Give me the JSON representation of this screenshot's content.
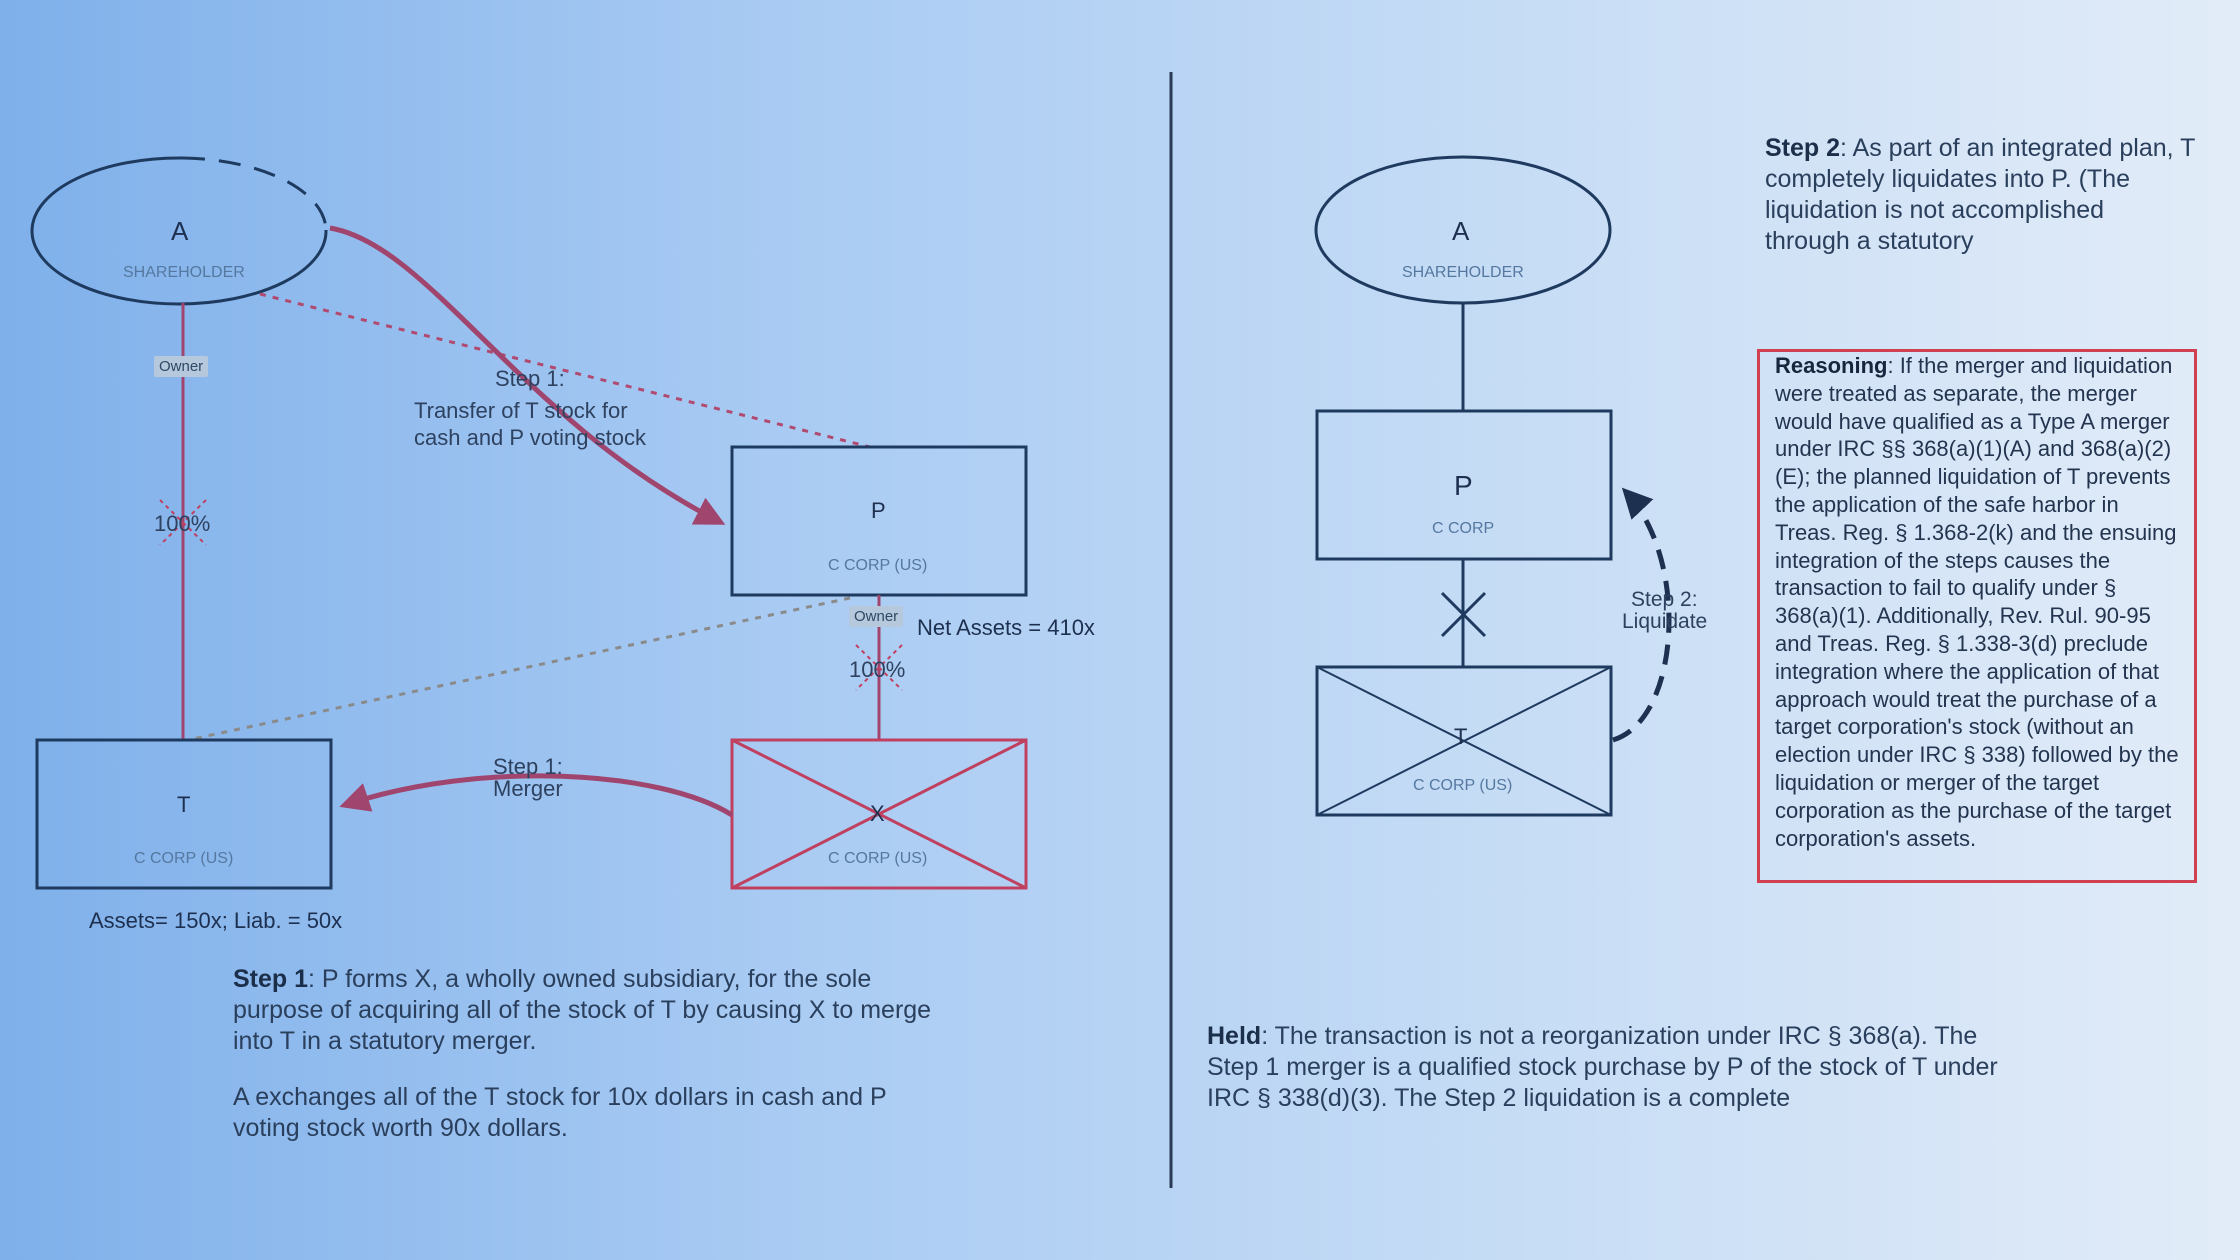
{
  "colors": {
    "navy": "#1e3a5f",
    "maroon": "#a0466e",
    "red_box": "#d04050",
    "gray_dash": "#8a8a8a"
  },
  "left": {
    "a_label": "A",
    "a_sub": "SHAREHOLDER",
    "owner_tag": "Owner",
    "pct_a_t": "100%",
    "step1_transfer_title": "Step 1:",
    "step1_transfer_body_l1": "Transfer of T stock for",
    "step1_transfer_body_l2": "cash and P voting stock",
    "p_label": "P",
    "p_sub": "C CORP (US)",
    "owner_tag2": "Owner",
    "net_assets": "Net Assets = 410x",
    "pct_p_x": "100%",
    "t_label": "T",
    "t_sub": "C CORP (US)",
    "x_label": "X",
    "x_sub": "C CORP (US)",
    "merger_l1": "Step 1:",
    "merger_l2": "Merger",
    "assets_note": "Assets= 150x; Liab. = 50x",
    "step1_bold": "Step 1",
    "step1_para": ": P forms X, a wholly owned subsidiary, for the sole purpose of acquiring all of the stock of T by causing X to merge into T in a statutory merger.",
    "step1_para2": "A exchanges all of the T stock for 10x dollars in cash and P voting stock worth 90x dollars."
  },
  "right": {
    "a_label": "A",
    "a_sub": "SHAREHOLDER",
    "p_label": "P",
    "p_sub": "C CORP",
    "t_label": "T",
    "t_sub": "C CORP (US)",
    "liquidate_l1": "Step 2:",
    "liquidate_l2": "Liquidate",
    "step2_bold": "Step 2",
    "step2_para": ": As part of an integrated plan, T completely liquidates into P. (The liquidation is not accomplished through a statutory",
    "reasoning_bold": "Reasoning",
    "reasoning_para": ": If the merger and liquidation were treated as separate, the merger would have qualified as a Type A merger under IRC §§ 368(a)(1)(A) and 368(a)(2)(E); the planned liquidation of T prevents the application of the safe harbor in Treas. Reg. § 1.368-2(k) and the ensuing integration of the steps causes the transaction to fail to qualify under § 368(a)(1). Additionally, Rev. Rul. 90-95 and Treas. Reg. § 1.338-3(d) preclude integration where the application of that approach would treat the purchase of a target corporation's stock (without an election under IRC § 338) followed by the liquidation or merger of the target corporation as the purchase of the target corporation's assets.",
    "held_bold": "Held",
    "held_para": ": The transaction is not a reorganization under IRC § 368(a). The Step 1 merger is a qualified stock purchase by P of the stock of T under IRC § 338(d)(3). The Step 2 liquidation is a complete"
  }
}
